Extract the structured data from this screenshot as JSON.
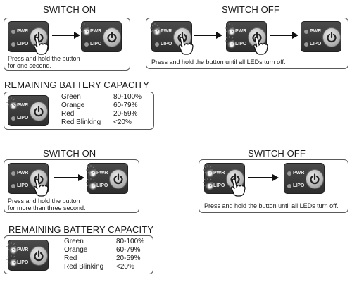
{
  "sections": {
    "switch_on_1": {
      "title": "SWITCH ON",
      "caption_line1": "Press and hold the button",
      "caption_line2": "for one second."
    },
    "switch_off_1": {
      "title": "SWITCH OFF",
      "caption": "Press and hold the button until all LEDs turn off."
    },
    "battery_1": {
      "title": "REMAINING BATTERY CAPACITY"
    },
    "switch_on_2": {
      "title": "SWITCH ON",
      "caption_line1": "Press and hold the button",
      "caption_line2": "for more than three second."
    },
    "switch_off_2": {
      "title": "SWITCH OFF",
      "caption": "Press and hold the button until all LEDs turn off."
    },
    "battery_2": {
      "title": "REMAINING BATTERY CAPACITY"
    }
  },
  "panel_labels": {
    "pwr": "PWR",
    "lipo": "LIPO"
  },
  "battery_table": [
    {
      "color": "Green",
      "range": "80-100%"
    },
    {
      "color": "Orange",
      "range": "60-79%"
    },
    {
      "color": "Red",
      "range": "20-59%"
    },
    {
      "color": "Red Blinking",
      "range": "<20%"
    }
  ],
  "icons": {
    "button": "power-icon",
    "hand": "pointing-hand-icon",
    "arrow": "right-arrow-icon",
    "led_glow": "led-glow-icon"
  }
}
